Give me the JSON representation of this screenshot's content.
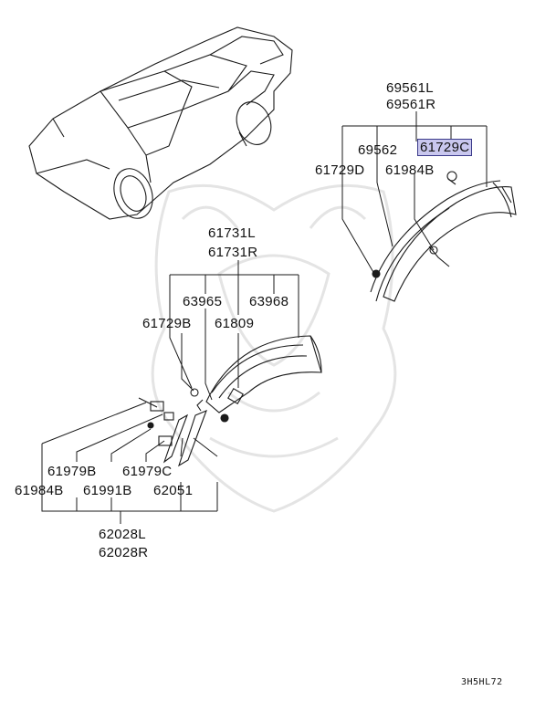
{
  "diagram_code": "3H5HL72",
  "part_labels": {
    "p69561l": "69561L",
    "p69561r": "69561R",
    "p69562": "69562",
    "p61729c": "61729C",
    "p61729d": "61729D",
    "p61984b_top": "61984B",
    "p61731l": "61731L",
    "p61731r": "61731R",
    "p63965": "63965",
    "p63968": "63968",
    "p61729b": "61729B",
    "p61809": "61809",
    "p61979b": "61979B",
    "p61979c": "61979C",
    "p61984b_bot": "61984B",
    "p61991b": "61991B",
    "p62051": "62051",
    "p62028l": "62028L",
    "p62028r": "62028R"
  },
  "highlighted_part": "61729C",
  "colors": {
    "line": "#1a1a1a",
    "highlight": "#c9c7ee",
    "watermark": "#e6e6e6"
  }
}
